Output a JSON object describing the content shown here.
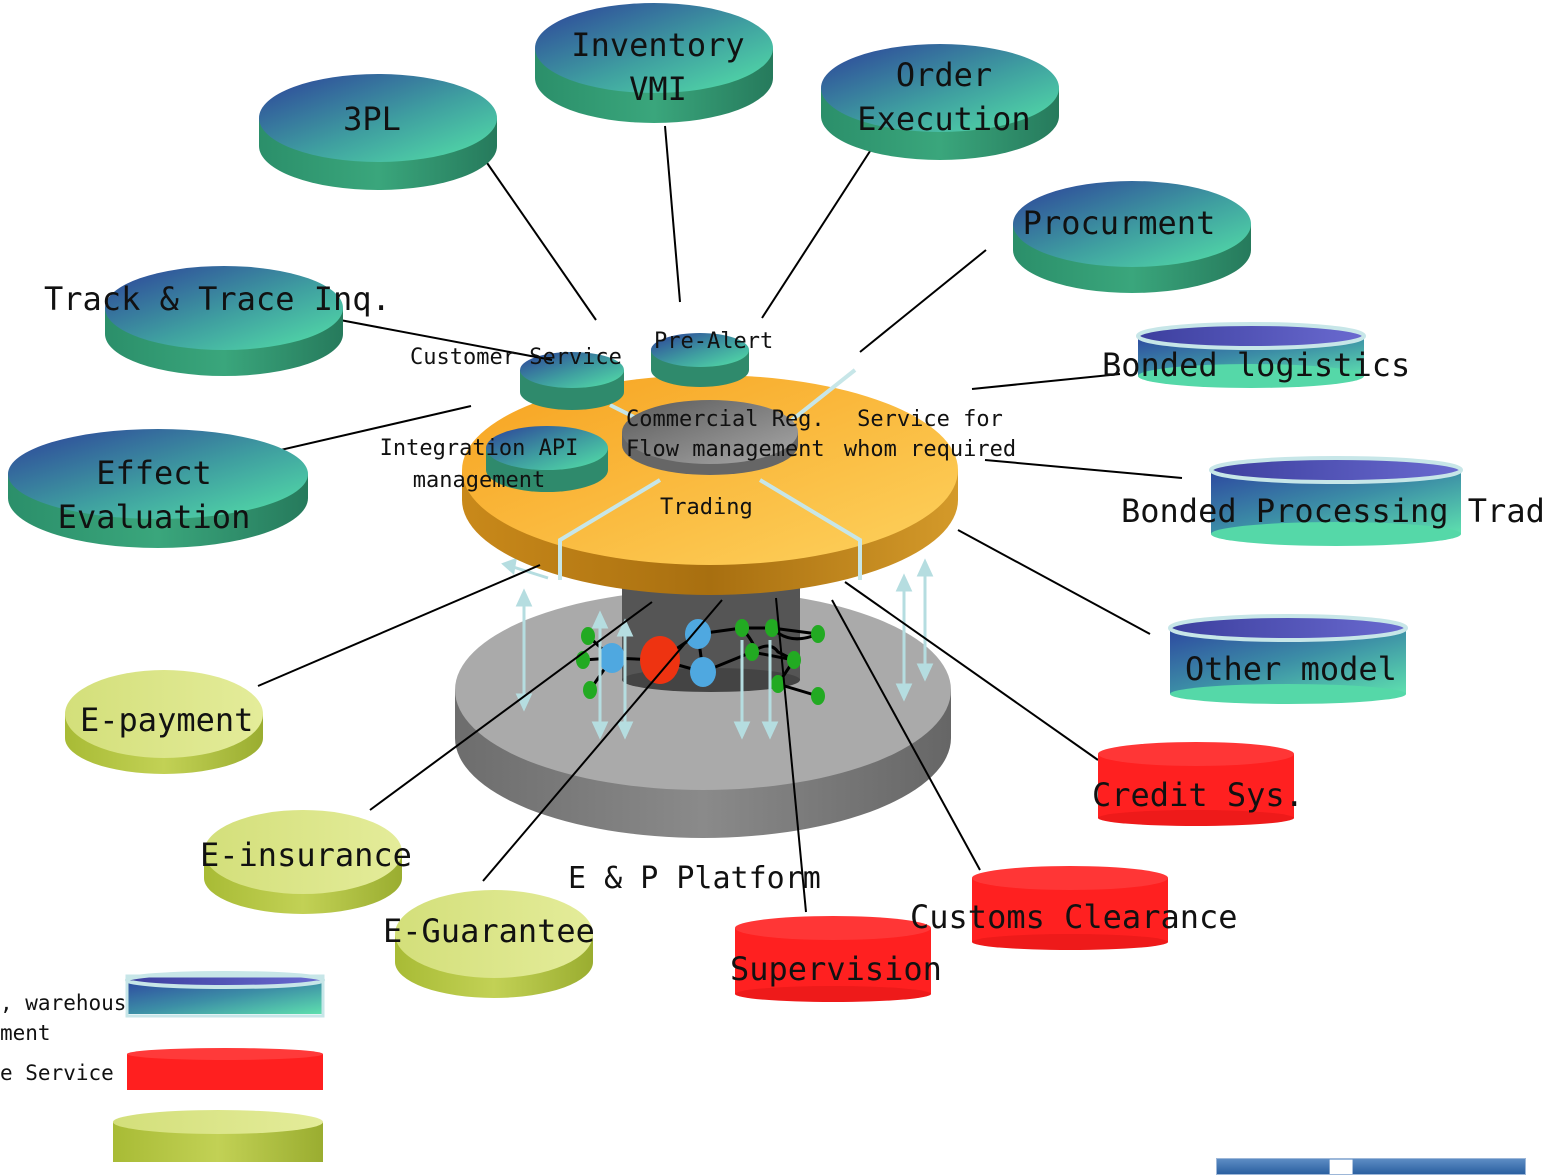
{
  "colors": {
    "teal_top": "#2e4a9c",
    "teal_side": "#2f8f6e",
    "olive_top": "#d7e27c",
    "olive_side": "#a9bd3e",
    "red": "#ff2a2a",
    "orange_disc": "#fbb63a",
    "grey_base": "#a8a8a8",
    "connector_line": "#000000",
    "arrow_color": "#b9dfe2"
  },
  "nodes": {
    "inventory_vmi": "Inventory\nVMI",
    "order_execution": "Order\nExecution",
    "three_pl": "3PL",
    "procurement": "Procurment",
    "track_trace": "Track & Trace Inq.",
    "effect_evaluation": "Effect\nEvaluation",
    "bonded_logistics": "Bonded logistics",
    "bonded_processing": "Bonded Processing Trade",
    "other_model": "Other model",
    "e_payment": "E-payment",
    "e_insurance": "E-insurance",
    "e_guarantee": "E-Guarantee",
    "credit_sys": "Credit Sys.",
    "customs_clearance": "Customs Clearance",
    "supervision": "Supervision"
  },
  "platform": {
    "customer_service": "Customer Service",
    "pre_alert": "Pre-Alert",
    "commercial": "Commercial Reg.\nFlow management",
    "service_for": "Service for\nwhom required",
    "integration": "Integration API\nmanagement",
    "trading": "Trading",
    "name": "E & P Platform"
  },
  "legend": {
    "teal_text": ", warehous\nment",
    "red_text": "e Service"
  }
}
